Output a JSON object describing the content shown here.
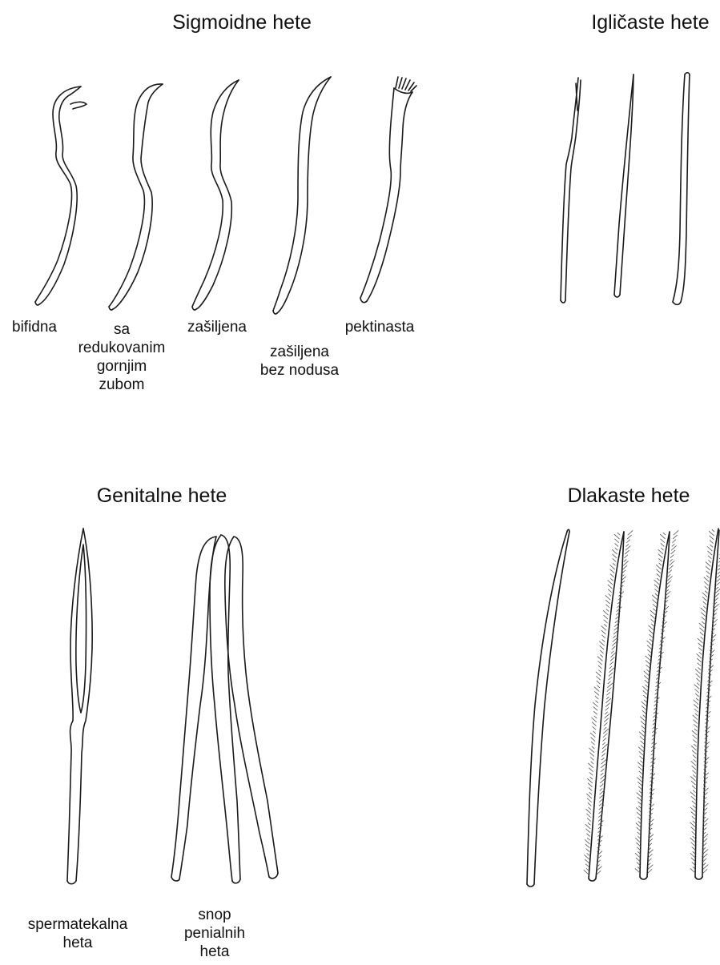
{
  "sections": {
    "sigmoid": {
      "title": "Sigmoidne hete",
      "labels": {
        "bifid": [
          "bifidna"
        ],
        "reduced": [
          "sa",
          "redukovanim",
          "gornjim",
          "zubom"
        ],
        "pointed": [
          "zašiljena"
        ],
        "pointed_no_node": [
          "zašiljena",
          "bez nodusa"
        ],
        "pectinate": [
          "pektinasta"
        ]
      }
    },
    "needle": {
      "title": "Igličaste hete"
    },
    "genital": {
      "title": "Genitalne hete",
      "labels": {
        "spermathecal": [
          "spermatekalna",
          "heta"
        ],
        "penial": [
          "snop",
          "penialnih",
          "heta"
        ]
      }
    },
    "hair": {
      "title": "Dlakaste hete"
    }
  },
  "colors": {
    "ink": "#1a1a1a",
    "background": "#ffffff"
  },
  "illustration": {
    "sigmoid_chaetae": [
      "bifid",
      "reduced",
      "pointed",
      "pointed_no_node",
      "pectinate"
    ],
    "needle_chaetae_count": 3,
    "penial_bundle_count": 3,
    "hair_chaetae_count": 4,
    "hair_chaetae_hairy": [
      false,
      true,
      true,
      true
    ]
  }
}
